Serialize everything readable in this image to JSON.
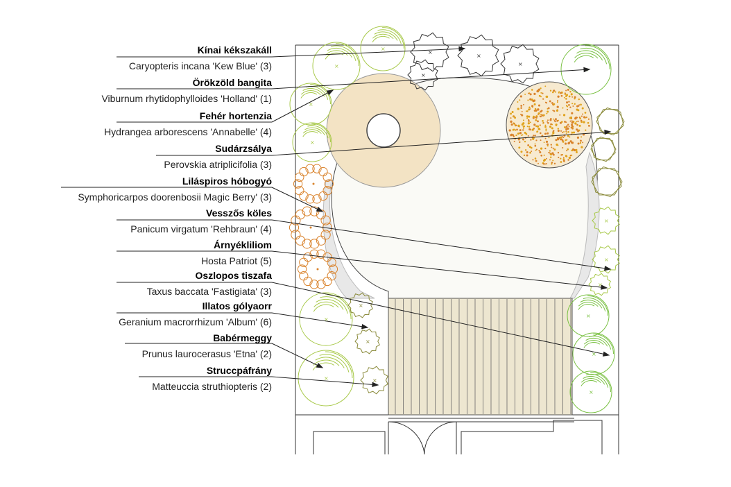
{
  "labels": [
    {
      "name": "Kínai kékszakáll",
      "latin": "Caryopteris incana 'Kew Blue' (3)"
    },
    {
      "name": "Örökzöld bangita",
      "latin": "Viburnum rhytidophylloides 'Holland' (1)"
    },
    {
      "name": "Fehér hortenzia",
      "latin": "Hydrangea arborescens 'Annabelle' (4)"
    },
    {
      "name": "Sudárzsálya",
      "latin": "Perovskia atriplicifolia (3)"
    },
    {
      "name": "Liláspiros hóbogyó",
      "latin": "Symphoricarpos doorenbosii Magic Berry' (3)"
    },
    {
      "name": "Vesszős köles",
      "latin": "Panicum virgatum 'Rehbraun' (4)"
    },
    {
      "name": "Árnyékliliom",
      "latin": "Hosta Patriot (5)"
    },
    {
      "name": "Oszlopos tiszafa",
      "latin": "Taxus baccata 'Fastigiata' (3)"
    },
    {
      "name": "Illatos gólyaorr",
      "latin": "Geranium macrorrhizum 'Album' (6)"
    },
    {
      "name": "Babérmeggy",
      "latin": "Prunus laurocerasus 'Etna' (2)"
    },
    {
      "name": "Struccpáfrány",
      "latin": "Matteuccia struthiopteris (2)"
    }
  ],
  "colors": {
    "line": "#222222",
    "lightGreen": "#a8c94a",
    "brightGreen": "#7ac143",
    "olive": "#8a8a3a",
    "orange": "#d9822b",
    "sand": "#f3e3c4",
    "yellowOrange": "#e0a21a",
    "deck": "#ede6d0",
    "gravel": "#d8d8d8"
  }
}
